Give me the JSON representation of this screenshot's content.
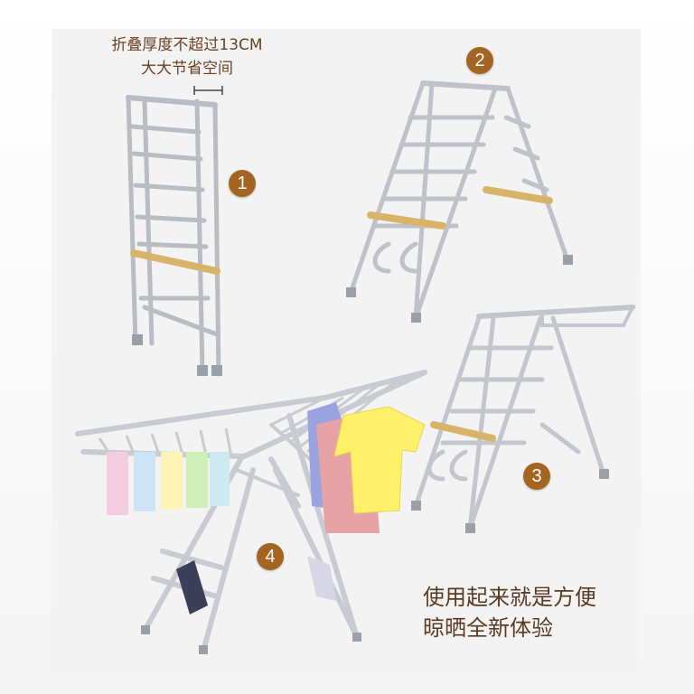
{
  "top_caption": {
    "line1": "折叠厚度不超过13CM",
    "line2": "大大节省空间"
  },
  "steps": {
    "step1": "1",
    "step2": "2",
    "step3": "3",
    "step4": "4"
  },
  "slogan": {
    "line1": "使用起来就是方便",
    "line2": "晾晒全新体验"
  },
  "colors": {
    "badge": "#a46523",
    "text_brown": "#6b3f22",
    "metal": "#c9cbd0",
    "gold_bar": "#d8b46a"
  }
}
